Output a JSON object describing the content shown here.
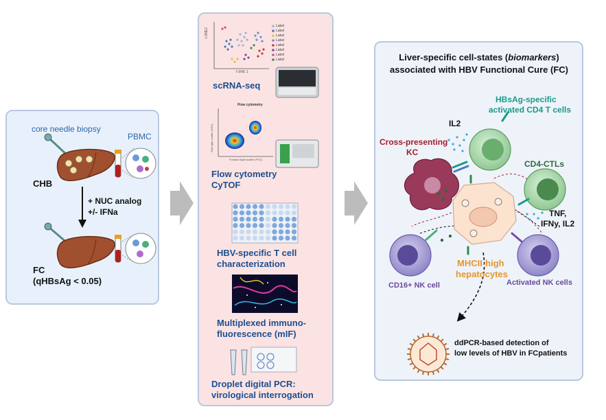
{
  "panel_left": {
    "biopsy_label": "core needle biopsy",
    "pbmc_label": "PBMC",
    "chb_label": "CHB",
    "treatment_line1": "+ NUC analog",
    "treatment_line2": "+/- IFNa",
    "fc_label": "FC",
    "fc_criterion": "(qHBsAg < 0.05)"
  },
  "panel_middle": {
    "tsne_ylabel": "t-SNE2",
    "tsne_xlabel": "t-SNE 1",
    "tsne_legend": [
      "Label",
      "Label",
      "Label",
      "Label",
      "Label",
      "Label",
      "Label",
      "Label"
    ],
    "tsne_legend_colors": [
      "#9fb4d8",
      "#4a78c2",
      "#e1c04a",
      "#6a8fd0",
      "#c23b3b",
      "#7a4aa8",
      "#d44a8a",
      "#3a8a5a"
    ],
    "flow_plot_title": "Flow cytometry",
    "flow_xlabel": "Forward light scatter (FSC)",
    "flow_ylabel": "Side light scatter (SSC)",
    "method1": "scRNA-seq",
    "method2_line1": "Flow cytometry",
    "method2_line2": "CyTOF",
    "method3_line1": "HBV-specific T cell",
    "method3_line2": "characterization",
    "method4_line1": "Multiplexed immuno-",
    "method4_line2": "fluorescence (mIF)",
    "method5_line1": "Droplet digital PCR:",
    "method5_line2": "virological interrogation"
  },
  "panel_right": {
    "title_line1": "Liver-specific cell-states (",
    "title_italic": "biomarkers",
    "title_line1_end": ")",
    "title_line2": "associated with HBV Functional Cure (FC)",
    "hbsag_line1": "HBsAg-specific",
    "hbsag_line2": "activated CD4 T cells",
    "il2_label": "IL2",
    "kc_line1": "Cross-presenting",
    "kc_line2": "KC",
    "ctl_label": "CD4-CTLs",
    "cytokine_line1": "TNF,",
    "cytokine_line2": "IFNy, IL2",
    "mhc_line1": "MHCII-high",
    "mhc_line2": "hepatocytes",
    "nk16_label": "CD16+ NK cell",
    "nkact_label": "Activated NK cells",
    "ddpcr_line1": "ddPCR-based detection of",
    "ddpcr_line2": "low levels of HBV in FCpatients"
  },
  "colors": {
    "panel_border": "#b8c8df",
    "method_blue": "#1c4f8f",
    "teal": "#1a9a8a",
    "dark_red": "#a01f2a",
    "green": "#2e6b3a",
    "purple": "#6a4a9a",
    "orange": "#e8962a",
    "arrow_gray": "#bcbcbc"
  }
}
